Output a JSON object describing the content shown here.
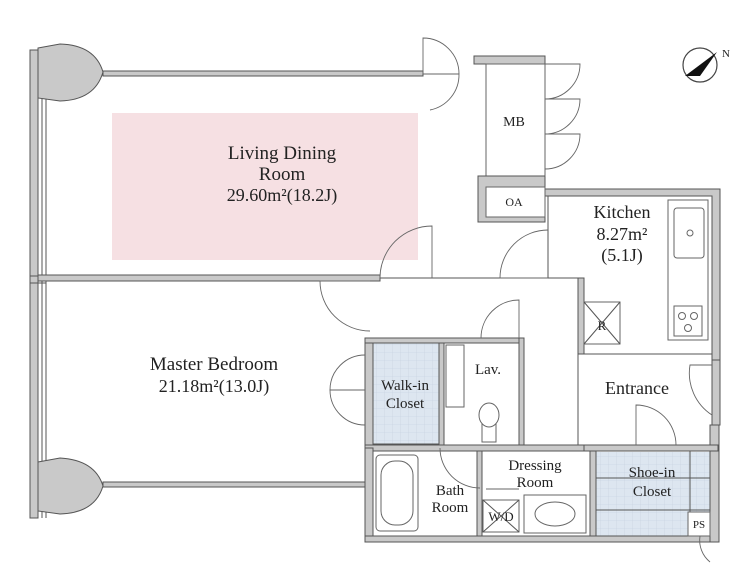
{
  "rooms": {
    "living": {
      "name_line1": "Living Dining",
      "name_line2": "Room",
      "area": "29.60m²(18.2J)"
    },
    "bedroom": {
      "name": "Master Bedroom",
      "area": "21.18m²(13.0J)"
    },
    "kitchen": {
      "name": "Kitchen",
      "area": "8.27m²",
      "tatami": "(5.1J)"
    },
    "walkin": {
      "line1": "Walk-in",
      "line2": "Closet"
    },
    "lav": {
      "name": "Lav."
    },
    "entrance": {
      "name": "Entrance"
    },
    "dressing": {
      "line1": "Dressing",
      "line2": "Room"
    },
    "bath": {
      "line1": "Bath",
      "line2": "Room"
    },
    "wd": {
      "name": "W/D"
    },
    "shoein": {
      "line1": "Shoe-in",
      "line2": "Closet"
    },
    "mb": {
      "name": "MB"
    },
    "oa": {
      "name": "OA"
    },
    "ps": {
      "name": "PS"
    },
    "fridge": {
      "name": "R"
    }
  },
  "compass": {
    "label": "N"
  },
  "colors": {
    "living_highlight": "#f6e0e3",
    "closet_fill": "#dde6f0",
    "wall_fill": "#c9c9c9"
  }
}
